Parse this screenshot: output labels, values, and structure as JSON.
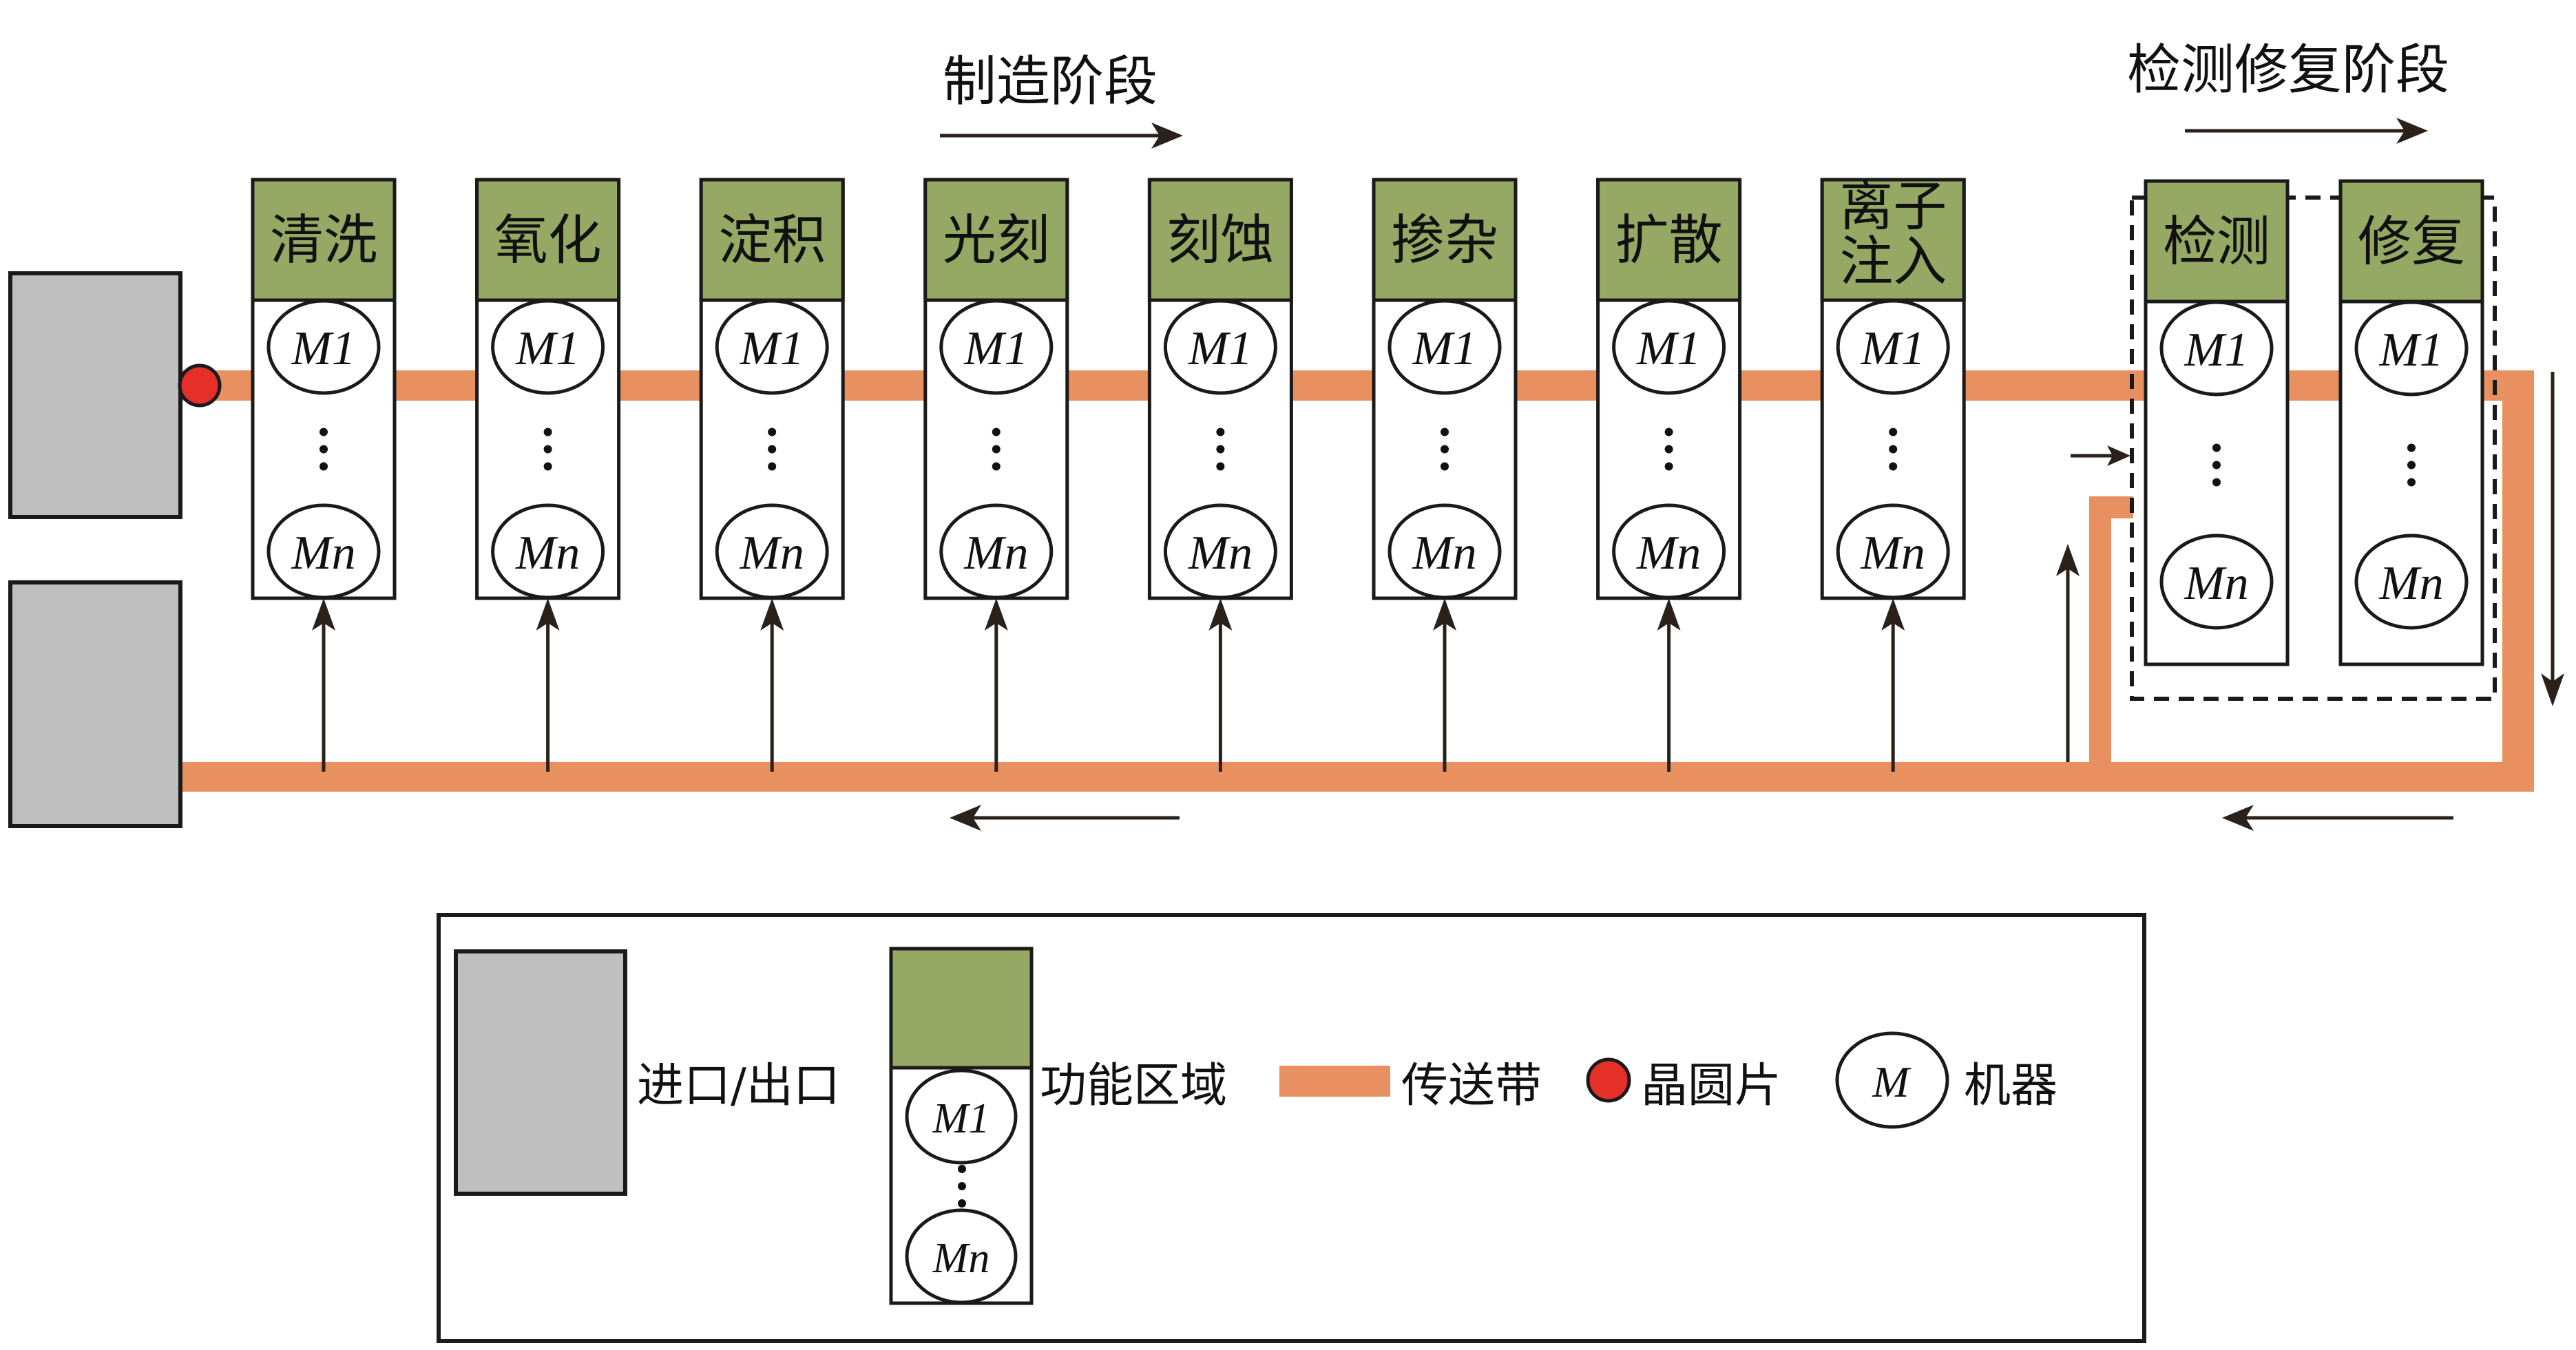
{
  "diagram": {
    "stage_labels": {
      "manufacturing": "制造阶段",
      "inspection_repair": "检测修复阶段"
    },
    "manufacturing_stations": [
      {
        "label": "清洗"
      },
      {
        "label": "氧化"
      },
      {
        "label": "淀积"
      },
      {
        "label": "光刻"
      },
      {
        "label": "刻蚀"
      },
      {
        "label": "掺杂"
      },
      {
        "label": "扩散"
      },
      {
        "label": "离子注入",
        "lines": [
          "离子",
          "注入"
        ]
      }
    ],
    "inspection_stations": [
      {
        "label": "检测"
      },
      {
        "label": "修复"
      }
    ],
    "machine_first": "M1",
    "machine_last": "Mn",
    "machine_first_letter": "M",
    "machine_first_index": "1",
    "machine_last_index": "n",
    "ellipsis": "⋮",
    "flow": {
      "top_belt_direction": "right",
      "bottom_belt_direction": "left",
      "return_branch_direction": "up"
    },
    "colors": {
      "belt": "#E99060",
      "station_header": "#95A864",
      "port": "#BFBFBF",
      "wafer": "#E5302A"
    }
  },
  "legend": {
    "port_label": "进口/出口",
    "area_label": "功能区域",
    "belt_label": "传送带",
    "wafer_label": "晶圆片",
    "machine_symbol": "M",
    "machine_label": "机器",
    "area_m1": "M1",
    "area_mn": "Mn"
  }
}
